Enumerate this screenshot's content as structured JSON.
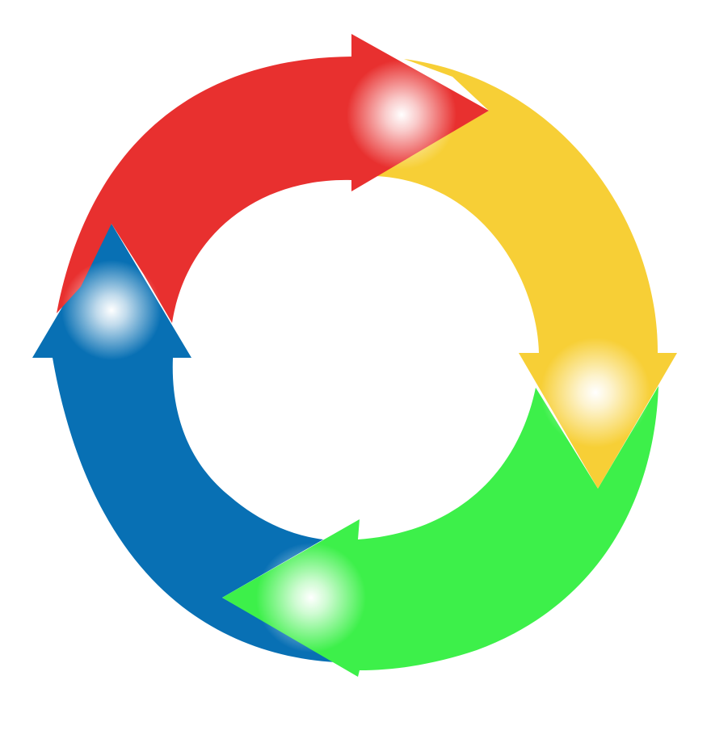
{
  "diagram": {
    "type": "cycle",
    "direction": "clockwise",
    "segment_count": 4,
    "segments": [
      {
        "id": "red",
        "color": "#e8302f",
        "icon": "arrow-right-icon"
      },
      {
        "id": "yellow",
        "color": "#f7cf36",
        "icon": "arrow-down-icon"
      },
      {
        "id": "green",
        "color": "#3df04a",
        "icon": "arrow-left-icon"
      },
      {
        "id": "blue",
        "color": "#0870b4",
        "icon": "arrow-up-icon"
      }
    ],
    "highlight_color": "#ffffff",
    "background": "#ffffff"
  }
}
